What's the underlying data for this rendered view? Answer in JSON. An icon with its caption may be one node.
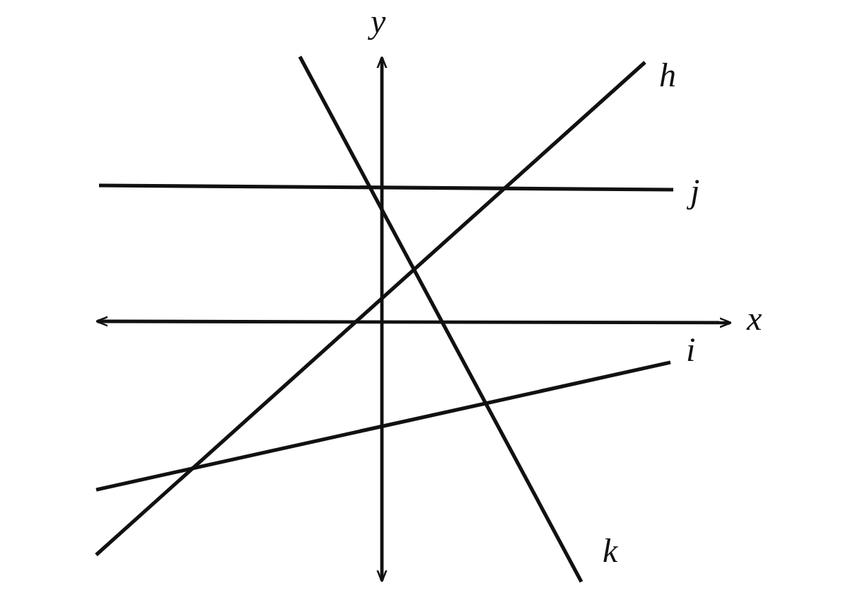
{
  "diagram": {
    "labels": [
      "y",
      "h",
      "j",
      "x",
      "i",
      "k"
    ]
  }
}
